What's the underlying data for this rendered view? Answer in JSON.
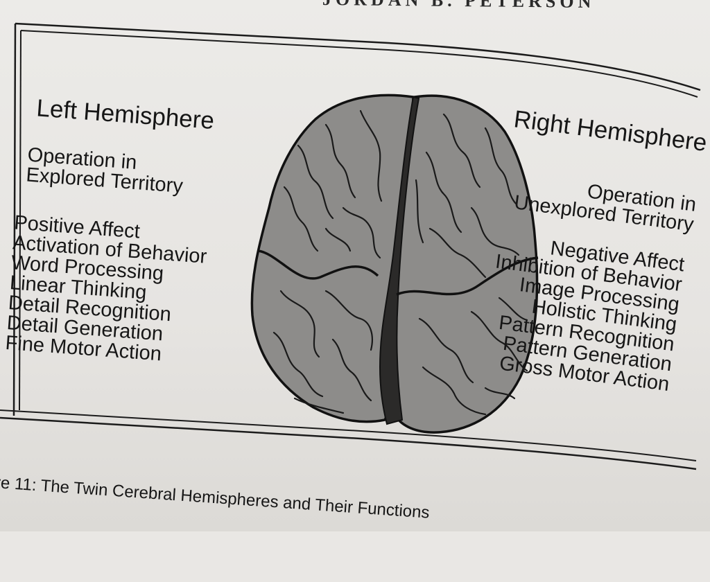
{
  "running_head": "JORDAN B. PETERSON",
  "left": {
    "title": "Left Hemisphere",
    "territory": [
      "Operation in",
      "Explored Territory"
    ],
    "functions": [
      "Positive Affect",
      "Activation of Behavior",
      "Word Processing",
      "Linear Thinking",
      "Detail Recognition",
      "Detail Generation",
      "Fine Motor Action"
    ]
  },
  "right": {
    "title": "Right Hemisphere",
    "territory": [
      "Operation in",
      "Unexplored Territory"
    ],
    "functions": [
      "Negative Affect",
      "Inhibition of Behavior",
      "Image Processing",
      "Holistic Thinking",
      "Pattern Recognition",
      "Pattern Generation",
      "Gross Motor Action"
    ]
  },
  "caption": "re 11: The Twin Cerebral Hemispheres and Their Functions",
  "colors": {
    "brain_fill": "#8d8c8a",
    "outline": "#111111",
    "fissure": "#2b2a29",
    "paper": "#e9e7e4"
  }
}
